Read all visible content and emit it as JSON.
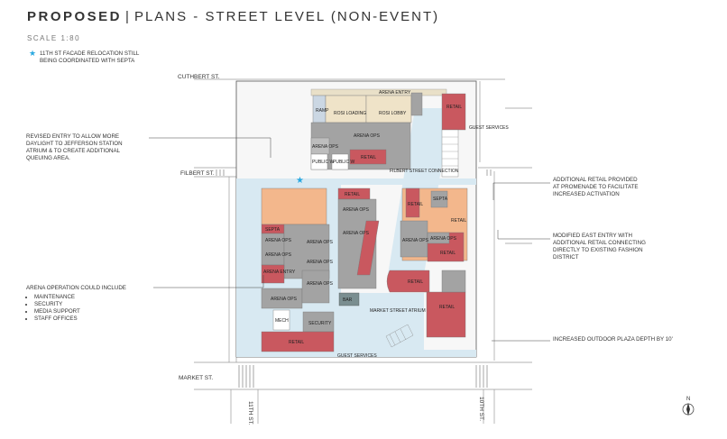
{
  "header": {
    "bold": "PROPOSED",
    "divider": "|",
    "title": "PLANS - STREET LEVEL (NON-EVENT)"
  },
  "scale": "SCALE 1:80",
  "star_note": [
    "11TH ST FACADE RELOCATION STILL",
    "BEING COORDINATED WITH SEPTA"
  ],
  "notes": {
    "left_entry": [
      "REVISED ENTRY TO ALLOW MORE",
      "DAYLIGHT TO JEFFERSON STATION",
      "ATRIUM & TO CREATE ADDITIONAL",
      "QUEUING AREA."
    ],
    "arena_ops_title": "ARENA OPERATION COULD INCLUDE",
    "arena_ops_items": [
      "MAINTENANCE",
      "SECURITY",
      "MEDIA SUPPORT",
      "STAFF OFFICES"
    ],
    "right_retail": [
      "ADDITIONAL RETAIL PROVIDED",
      "AT PROMENADE TO FACILITATE",
      "INCREASED ACTIVATION"
    ],
    "right_east": [
      "MODIFIED EAST ENTRY WITH",
      "ADDITIONAL RETAIL CONNECTING",
      "DIRECTLY TO EXISTING FASHION",
      "DISTRICT"
    ],
    "right_plaza": [
      "INCREASED OUTDOOR PLAZA DEPTH BY 10'"
    ]
  },
  "streets": {
    "cuthbert": "CUTHBERT ST.",
    "filbert": "FILBERT ST.",
    "market": "MARKET ST.",
    "eleventh": "11TH ST.",
    "tenth": "10TH ST."
  },
  "rooms": {
    "arena_entry_top": "ARENA ENTRY",
    "ramp": "RAMP",
    "loading": "ROSI LOADING",
    "lobby": "ROSI LOBBY",
    "retail_ne": "RETAIL",
    "guest_services_ne": "GUEST SERVICES",
    "arena_ops_top": "ARENA OPS",
    "arena_ops_small": "ARENA OPS",
    "public_1": "PUBLIC W",
    "public_2": "PUBLIC W",
    "retail_mid": "RETAIL",
    "filbert_connection": "FILBERT STREET CONNECTION",
    "retail_promenade": "RETAIL",
    "arena_ops_c1": "ARENA OPS",
    "arena_ops_c2": "ARENA OPS",
    "arena_ops_w1": "ARENA OPS",
    "arena_ops_w2": "ARENA OPS",
    "arena_ops_w3": "ARENA OPS",
    "arena_ops_w4": "ARENA OPS",
    "arena_ops_w5": "ARENA OPS",
    "septa": "SEPTA",
    "septa_e": "SEPTA",
    "arena_entry_w": "ARENA ENTRY",
    "arena_ops_sw": "ARENA OPS",
    "arena_ops_e1": "ARENA OPS",
    "arena_ops_e2": "ARENA OPS",
    "retail_e1": "RETAIL",
    "retail_e2": "RETAIL",
    "retail_e3": "RETAIL",
    "retail_s": "RETAIL",
    "retail_se": "RETAIL",
    "bar": "BAR",
    "mech": "MECH",
    "security": "SECURITY",
    "retail_sw": "RETAIL",
    "atrium": "MARKET STREET ATRIUM",
    "guest_services_s": "GUEST SERVICES",
    "north": "N"
  },
  "colors": {
    "retail": "#c9585f",
    "ops": "#a3a3a3",
    "peach": "#f3b78c",
    "atrium": "#d8e9f2",
    "tan": "#efe3c8",
    "star": "#29a8e0"
  }
}
